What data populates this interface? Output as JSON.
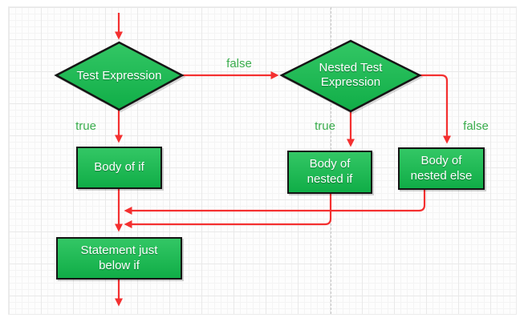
{
  "colors": {
    "shape_green_top": "#33c765",
    "shape_green_bottom": "#10ad47",
    "arrow_red": "#f43030",
    "label_green": "#3aad4d",
    "canvas_bg": "#fdfdfd",
    "grid_major": "#e9e9e9",
    "grid_minor": "#f4f4f4"
  },
  "nodes": {
    "test_expression": "Test Expression",
    "nested_test_expression": "Nested Test\nExpression",
    "body_of_if": "Body of if",
    "body_of_nested_if": "Body of\nnested if",
    "body_of_nested_else": "Body of\nnested else",
    "statement_below_if": "Statement just\nbelow if"
  },
  "edge_labels": {
    "test_true": "true",
    "test_false": "false",
    "nested_true": "true",
    "nested_false": "false"
  }
}
